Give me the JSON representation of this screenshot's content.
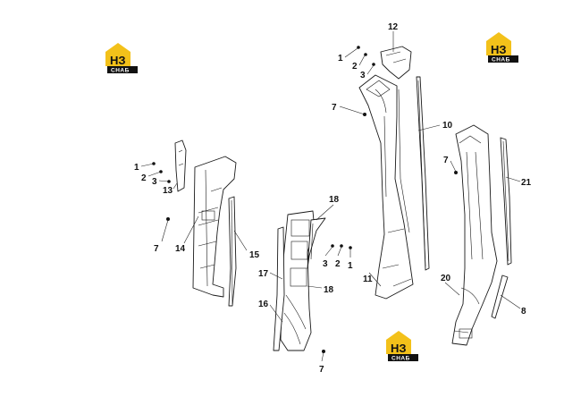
{
  "logo": {
    "letters": "НЗ",
    "band_text": "СНАБ",
    "colors": {
      "house": "#f3c11a",
      "band": "#111111"
    }
  },
  "callouts": {
    "c12": "12",
    "c1a": "1",
    "c2a": "2",
    "c3a": "3",
    "c7a": "7",
    "c10": "10",
    "c7b": "7",
    "c21": "21",
    "c1b": "1",
    "c2b": "2",
    "c3b": "3",
    "c13": "13",
    "c7c": "7",
    "c14": "14",
    "c15": "15",
    "c18a": "18",
    "c3c": "3",
    "c2c": "2",
    "c1c": "1",
    "c11": "11",
    "c17": "17",
    "c18b": "18",
    "c16": "16",
    "c7d": "7",
    "c20": "20",
    "c8": "8"
  }
}
